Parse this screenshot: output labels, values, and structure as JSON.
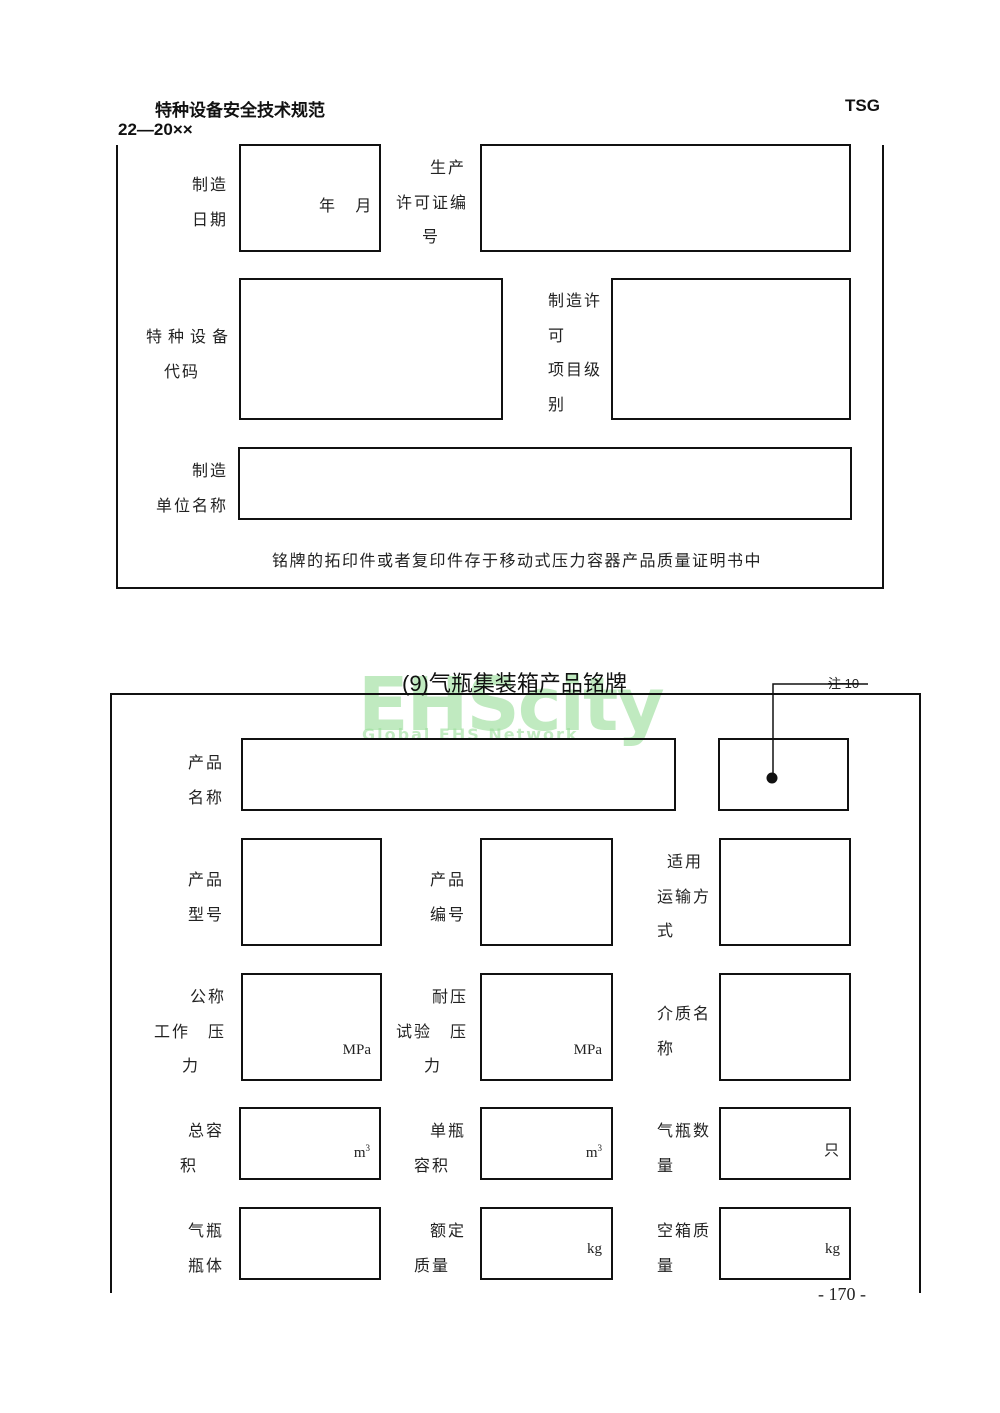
{
  "header": {
    "title": "特种设备安全技术规范",
    "code_prefix": "TSG",
    "code_number": "22—20××"
  },
  "plate1": {
    "manufacture_date_label": [
      "制造",
      "日期"
    ],
    "date_units": "年    月",
    "license_no_label": [
      "生产",
      "许可证编",
      "号"
    ],
    "device_code_label": [
      "特种设备",
      "代码"
    ],
    "license_level_label": [
      "制造许",
      "可",
      "项目级",
      "别"
    ],
    "manufacturer_label": [
      "制造",
      "单位名称"
    ],
    "footnote": "铭牌的拓印件或者复印件存于移动式压力容器产品质量证明书中"
  },
  "plate2": {
    "title": "(9)气瓶集装箱产品铭牌",
    "corner_note": "注 10",
    "product_name_label": [
      "产品",
      "名称"
    ],
    "product_model_label": [
      "产品",
      "型号"
    ],
    "product_no_label": [
      "产品",
      "编号"
    ],
    "transport_label": [
      "适用",
      "运输方",
      "式"
    ],
    "working_pressure_label": [
      "公称",
      "工作　压",
      "力"
    ],
    "working_pressure_unit": "MPa",
    "test_pressure_label": [
      "耐压",
      "试验　压",
      "力"
    ],
    "test_pressure_unit": "MPa",
    "medium_label": [
      "介质名",
      "称"
    ],
    "total_volume_label": [
      "总容",
      "积"
    ],
    "volume_unit": "m",
    "volume_unit_sup": "3",
    "single_volume_label": [
      "单瓶",
      "容积"
    ],
    "cylinder_count_label": [
      "气瓶数",
      "量"
    ],
    "cylinder_count_unit": "只",
    "cylinder_body_label": [
      "气瓶",
      "瓶体"
    ],
    "rated_mass_label": [
      "额定",
      "质量"
    ],
    "rated_mass_unit": "kg",
    "empty_mass_label": [
      "空箱质",
      "量"
    ],
    "empty_mass_unit": "kg"
  },
  "watermark": {
    "main": "EHScity",
    "sub": "Global EHS Network"
  },
  "page_number": "- 170 -"
}
